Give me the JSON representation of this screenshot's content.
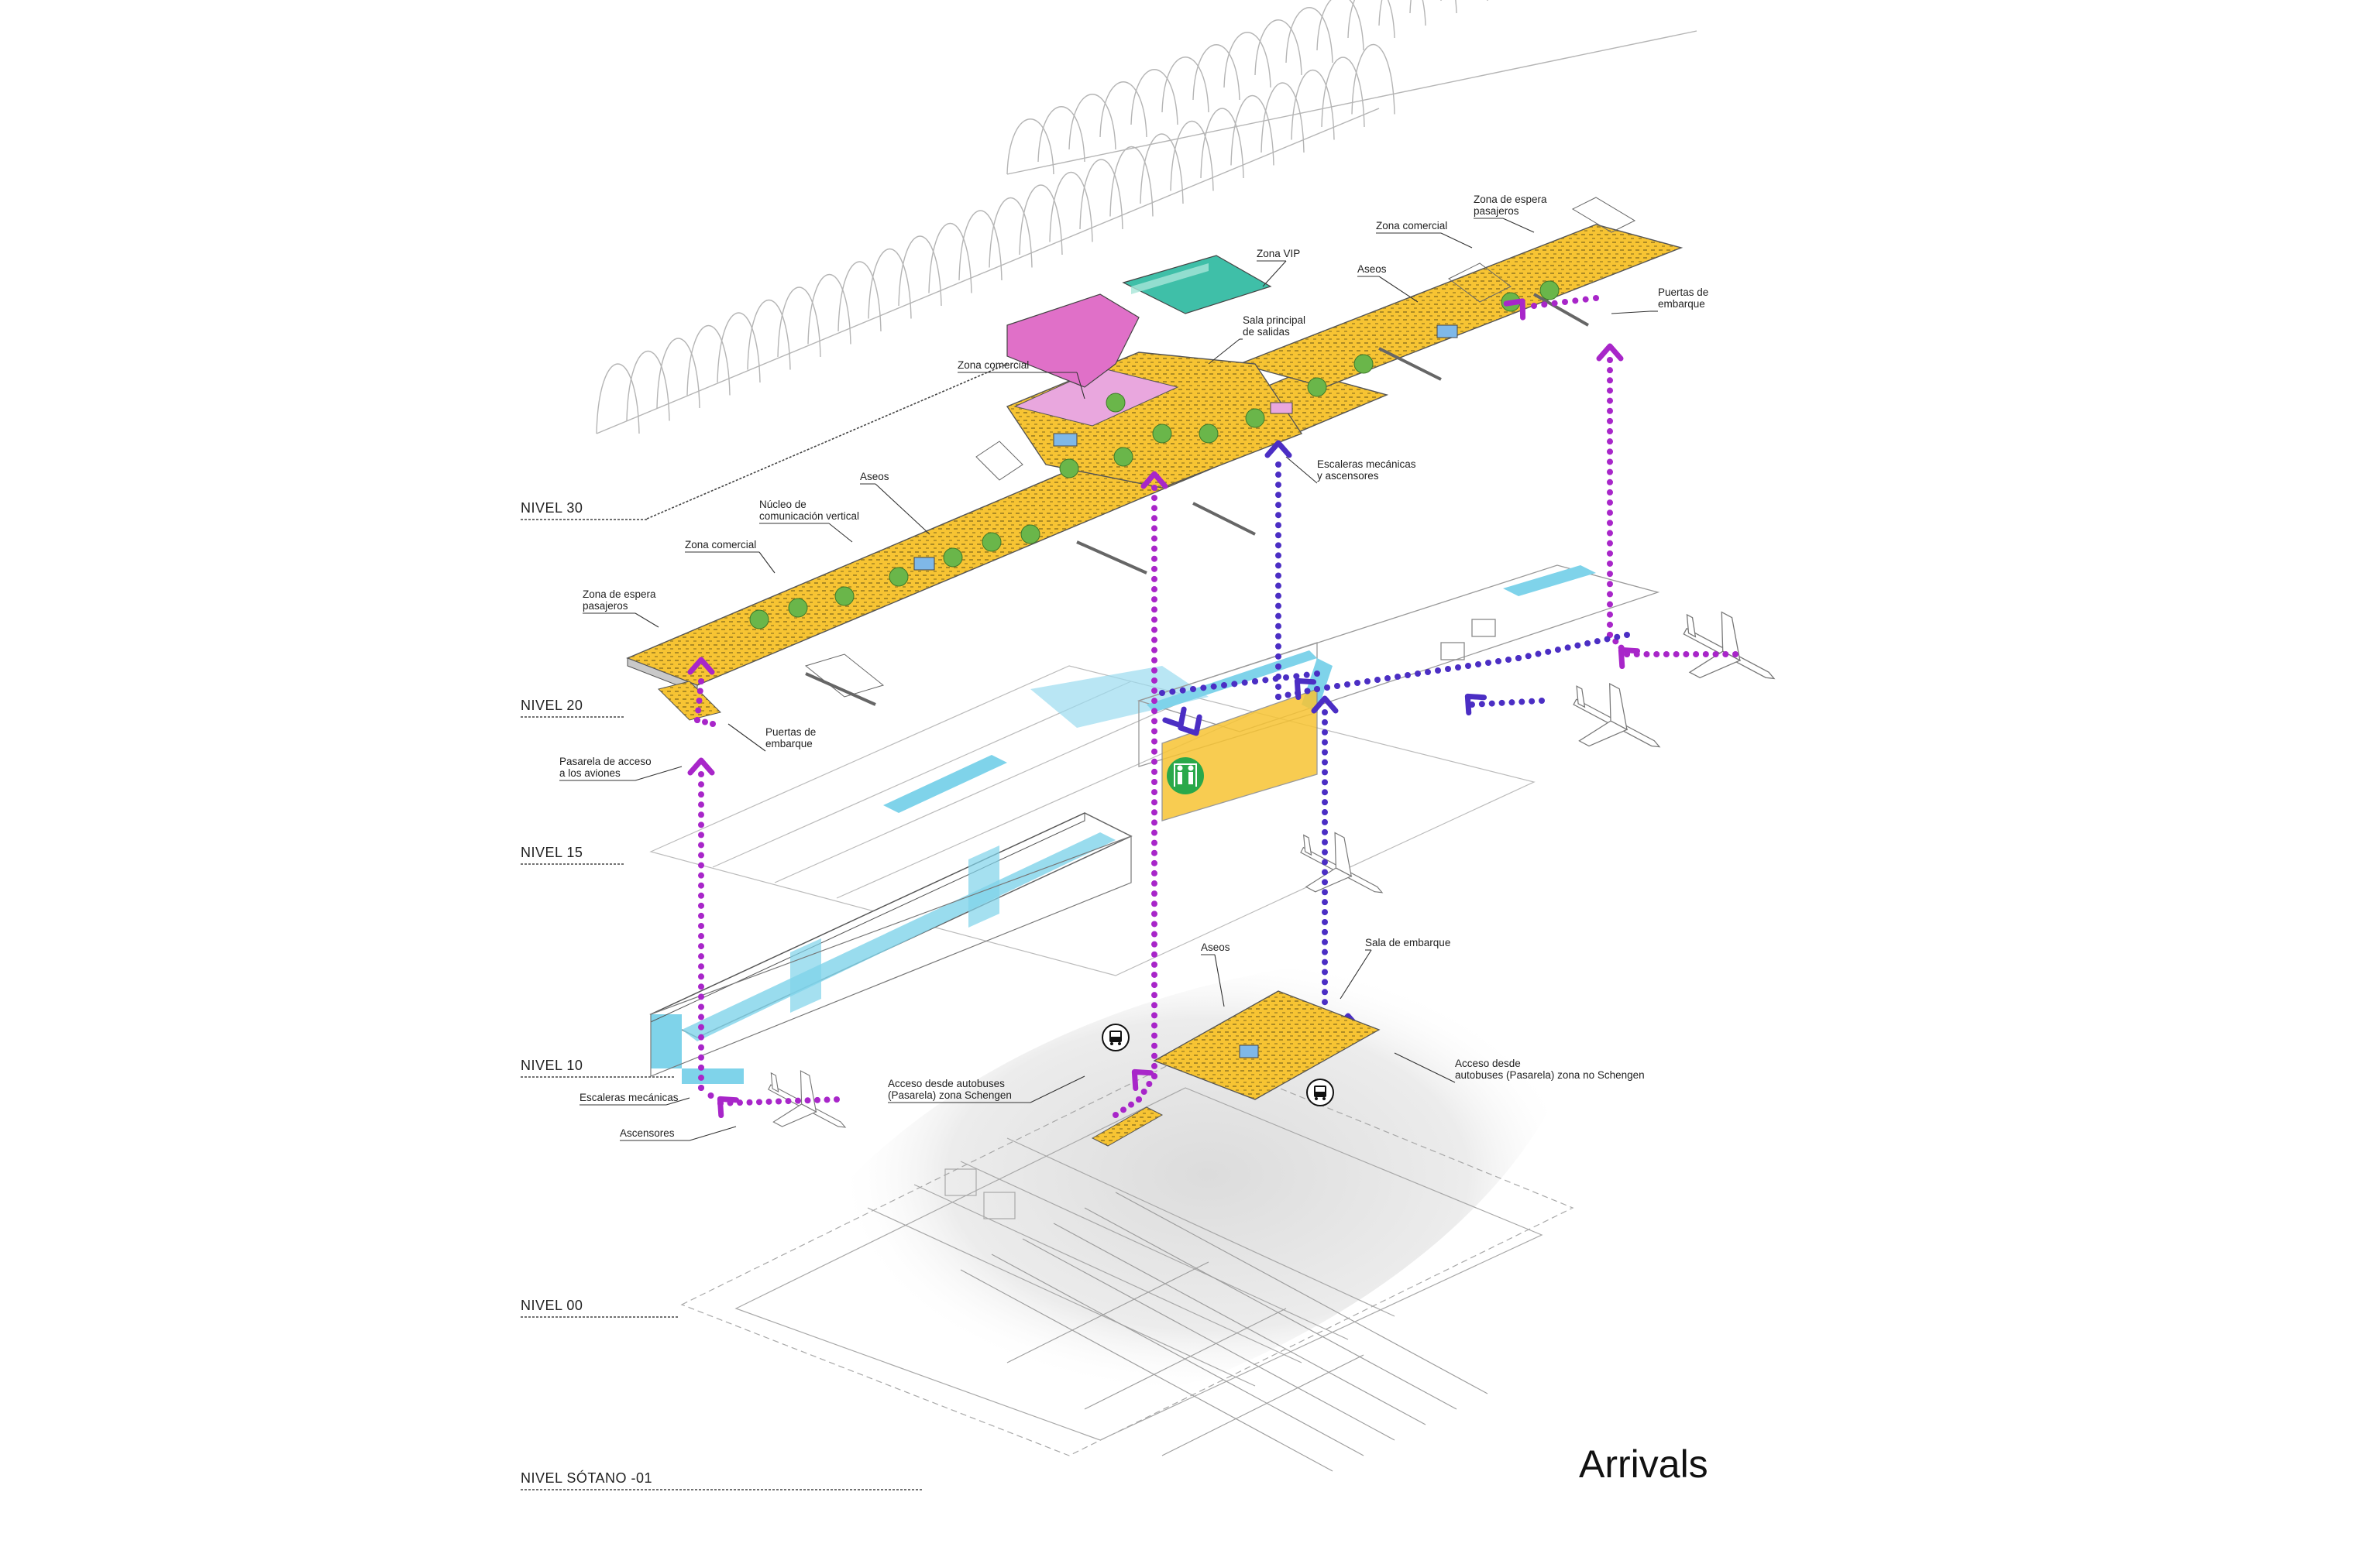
{
  "title": "Arrivals",
  "levels": {
    "n30": "NIVEL 30",
    "n20": "NIVEL 20",
    "n15": "NIVEL 15",
    "n10": "NIVEL 10",
    "n00": "NIVEL 00",
    "s01": "NIVEL SÓTANO -01"
  },
  "labels": {
    "zona_vip": [
      "Zona VIP"
    ],
    "zona_comercial_top": [
      "Zona comercial"
    ],
    "sala_principal": [
      "Sala principal",
      "de salidas"
    ],
    "zona_comercial_left": [
      "Zona comercial"
    ],
    "zona_espera_right": [
      "Zona de espera",
      "pasajeros"
    ],
    "zona_comercial_right": [
      "Zona comercial"
    ],
    "aseos_right": [
      "Aseos"
    ],
    "puertas_right": [
      "Puertas de",
      "embarque"
    ],
    "escaleras_30": [
      "Escaleras mecánicas",
      "y ascensores"
    ],
    "aseos_left": [
      "Aseos"
    ],
    "nucleo": [
      "Núcleo de",
      "comunicación vertical"
    ],
    "zona_comercial_left2": [
      "Zona comercial"
    ],
    "zona_espera_left": [
      "Zona de espera",
      "pasajeros"
    ],
    "puertas_left": [
      "Puertas de",
      "embarque"
    ],
    "pasarela": [
      "Pasarela de acceso",
      "a los aviones"
    ],
    "aseos_low": [
      "Aseos"
    ],
    "sala_embarque": [
      "Sala de embarque"
    ],
    "acceso_schengen": [
      "Acceso desde autobuses",
      "(Pasarela) zona  Schengen"
    ],
    "acceso_no_schengen": [
      "Acceso desde",
      "autobuses  (Pasarela) zona no Schengen"
    ],
    "escaleras_10": [
      "Escaleras mecánicas"
    ],
    "ascensores": [
      "Ascensores"
    ]
  },
  "colors": {
    "lounge_yellow": "#f7c433",
    "cyan_corridor": "#7fd3ea",
    "vip_pink": "#e070c8",
    "vip_teal": "#3fbfa8",
    "tree_green": "#6ab64a",
    "path_magenta": "#a826c9",
    "path_violet": "#4b2ec4",
    "security_green": "#2aa84a",
    "line_gray": "#9a9a9a"
  },
  "icons": [
    "security-check-icon",
    "bus-icon-schengen",
    "bus-icon-non-schengen",
    "airplane-icon"
  ]
}
